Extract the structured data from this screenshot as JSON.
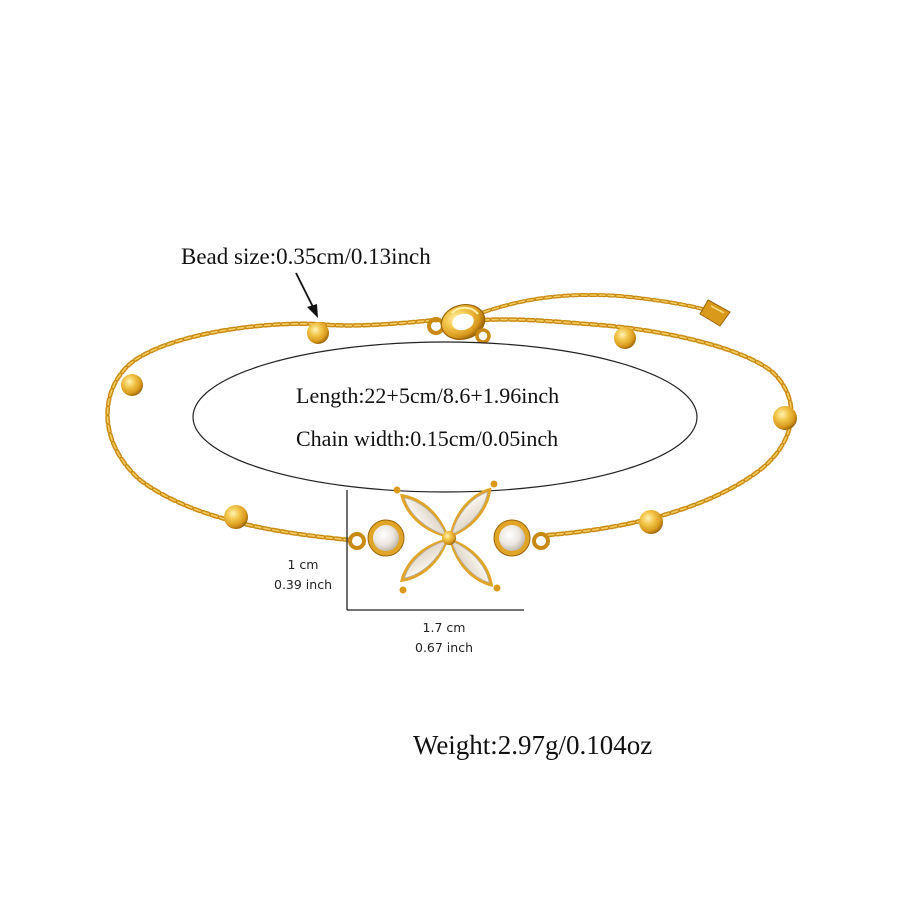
{
  "annotations": {
    "bead_size": "Bead size:0.35cm/0.13inch",
    "length": "Length:22+5cm/8.6+1.96inch",
    "chain_width": "Chain width:0.15cm/0.05inch",
    "weight": "Weight:2.97g/0.104oz"
  },
  "dimensions": {
    "charm_height_cm": "1 cm",
    "charm_height_inch": "0.39 inch",
    "charm_width_cm": "1.7 cm",
    "charm_width_inch": "0.67 inch"
  },
  "colors": {
    "gold": "#e0a526",
    "gold_light": "#f7d56a",
    "gold_dark": "#a86d0c",
    "crystal": "#f2eee8",
    "text": "#111111"
  }
}
